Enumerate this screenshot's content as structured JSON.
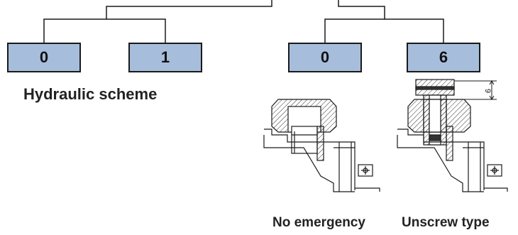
{
  "codes": {
    "left_group": [
      "0",
      "1"
    ],
    "right_group": [
      "0",
      "6"
    ]
  },
  "labels": {
    "hydraulic_scheme": "Hydraulic scheme",
    "no_emergency": "No emergency",
    "unscrew_type": "Unscrew type",
    "dimension": "9"
  },
  "colors": {
    "box_fill": "#a6bedc",
    "line": "#1a1a1a",
    "text": "#222222"
  }
}
